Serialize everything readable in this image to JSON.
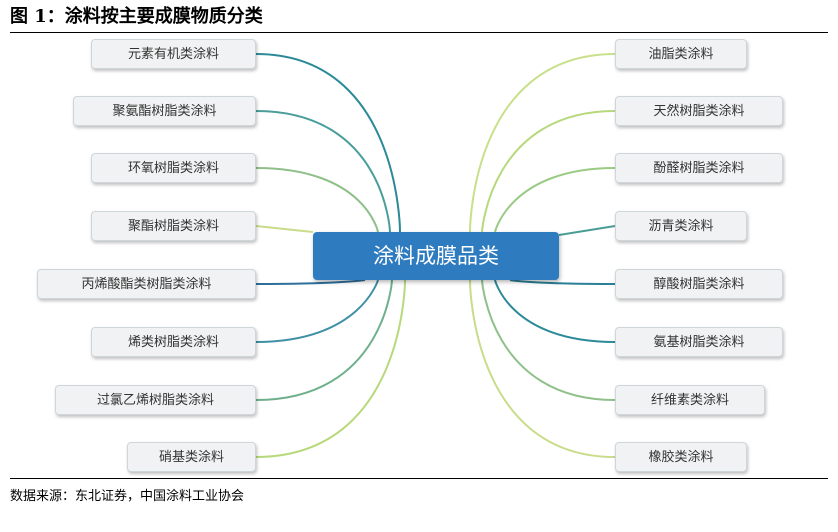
{
  "figure": {
    "title": "图  1：涂料按主要成膜物质分类",
    "source": "数据来源：东北证券，中国涂料工业协会"
  },
  "mindmap": {
    "center": "涂料成膜品类",
    "left": [
      "元素有机类涂料",
      "聚氨酯树脂类涂料",
      "环氧树脂类涂料",
      "聚酯树脂类涂料",
      "丙烯酸酯类树脂类涂料",
      "烯类树脂类涂料",
      "过氯乙烯树脂类涂料",
      "硝基类涂料"
    ],
    "right": [
      "油脂类涂料",
      "天然树脂类涂料",
      "酚醛树脂类涂料",
      "沥青类涂料",
      "醇酸树脂类涂料",
      "氨基树脂类涂料",
      "纤维素类涂料",
      "橡胶类涂料"
    ]
  },
  "colors": {
    "center_fill": "#2f7bc0",
    "connector_dark": "#2b8a98",
    "connector_light": "#b7d97c"
  }
}
